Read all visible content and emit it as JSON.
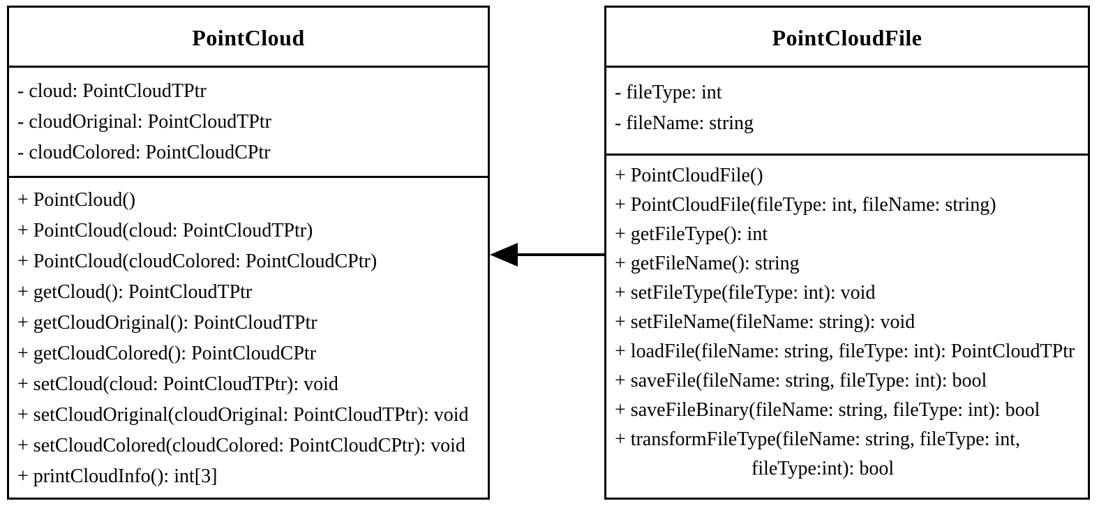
{
  "diagram": {
    "type": "uml-class-diagram",
    "colors": {
      "background": "#ffffff",
      "border": "#000000",
      "text": "#000000",
      "arrow": "#000000"
    },
    "classes": [
      {
        "name": "PointCloud",
        "attributes": [
          "- cloud: PointCloudTPtr",
          "- cloudOriginal: PointCloudTPtr",
          "- cloudColored: PointCloudCPtr"
        ],
        "methods": [
          "+ PointCloud()",
          "+ PointCloud(cloud: PointCloudTPtr)",
          "+ PointCloud(cloudColored: PointCloudCPtr)",
          "+ getCloud(): PointCloudTPtr",
          "+ getCloudOriginal(): PointCloudTPtr",
          "+ getCloudColored(): PointCloudCPtr",
          "+ setCloud(cloud: PointCloudTPtr): void",
          "+ setCloudOriginal(cloudOriginal: PointCloudTPtr): void",
          "+ setCloudColored(cloudColored: PointCloudCPtr): void",
          "+ printCloudInfo(): int[3]"
        ]
      },
      {
        "name": "PointCloudFile",
        "attributes": [
          "- fileType: int",
          "- fileName: string"
        ],
        "methods": [
          "+ PointCloudFile()",
          "+ PointCloudFile(fileType: int, fileName: string)",
          "+ getFileType(): int",
          "+ getFileName(): string",
          "+ setFileType(fileType: int): void",
          "+ setFileName(fileName: string): void",
          "+ loadFile(fileName: string, fileType: int): PointCloudTPtr",
          "+ saveFile(fileName: string, fileType: int): bool",
          "+ saveFileBinary(fileName: string, fileType: int): bool",
          "+ transformFileType(fileName: string, fileType: int,",
          "fileType:int): bool"
        ]
      }
    ],
    "relationship": {
      "style": "solid-line-filled-arrowhead",
      "from": "PointCloudFile",
      "to": "PointCloud"
    }
  }
}
